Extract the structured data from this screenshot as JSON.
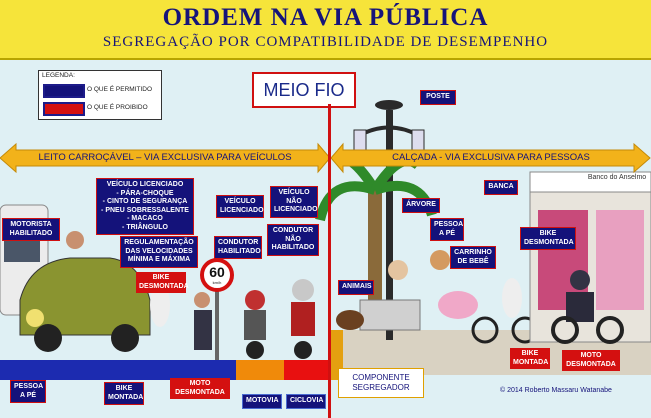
{
  "header": {
    "title": "ORDEM NA VIA PÚBLICA",
    "subtitle": "SEGREGAÇÃO POR COMPATIBILIDADE DE DESEMPENHO"
  },
  "legend": {
    "title": "LEGENDA:",
    "permitted": "O QUE É PERMITIDO",
    "prohibited": "O QUE É PROIBIDO"
  },
  "meio_fio": "MEIO FIO",
  "road_arrow": "LEITO CARROÇÁVEL – VIA EXCLUSIVA PARA VEÍCULOS",
  "sidewalk_arrow": "CALÇADA -  VIA EXCLUSIVA PARA PESSOAS",
  "labels": {
    "motorista": "MOTORISTA HABILITADO",
    "veiculo_licenciado_list": "VEÍCULO LICENCIADO\n- PÁRA-CHOQUE\n- CINTO DE SEGURANÇA\n- PNEU SOBRESSALENTE\n- MACACO\n- TRIÂNGULO",
    "regulamentacao": "REGULAMENTAÇÃO\nDAS VELOCIDADES\nMÍNIMA E MÁXIMA",
    "veiculo_licenciado": "VEÍCULO\nLICENCIADO",
    "veiculo_nao_licenciado": "VEÍCULO\nNÃO\nLICENCIADO",
    "condutor_habilitado": "CONDUTOR\nHABILITADO",
    "condutor_nao_habilitado": "CONDUTOR\nNÃO\nHABILITADO",
    "bike_desmontada_left": "BIKE\nDESMONTADA",
    "poste": "POSTE",
    "arvore": "ÁRVORE",
    "banca": "BANCA",
    "pessoa_a_pe_right": "PESSOA\nA PÉ",
    "carrinho_de_bebe": "CARRINHO\nDE BEBÊ",
    "animais": "ANIMAIS",
    "bike_desmontada_right": "BIKE\nDESMONTADA",
    "pessoa_a_pe_left": "PESSOA\nA PÉ",
    "bike_montada_left": "BIKE\nMONTADA",
    "moto_desmontada_left": "MOTO\nDESMONTADA",
    "motovia": "MOTOVIA",
    "ciclovia": "CICLOVIA",
    "bike_montada_right": "BIKE\nMONTADA",
    "moto_desmontada_right": "MOTO\nDESMONTADA"
  },
  "speed_sign": {
    "value": "60",
    "unit": "km/h"
  },
  "shop_sign": "Banco do Anselmo",
  "componente": "COMPONENTE\nSEGREGADOR",
  "credit": "© 2014 Roberto Massaru Watanabe",
  "colors": {
    "header_bg": "#f6e43a",
    "title": "#16147a",
    "permitted": "#14127a",
    "prohibited": "#d41010",
    "arrow": "#f2b21a",
    "road": "#1c2bb0",
    "motovia": "#f08a0a",
    "ciclovia": "#e81010",
    "curb": "#d01010"
  }
}
